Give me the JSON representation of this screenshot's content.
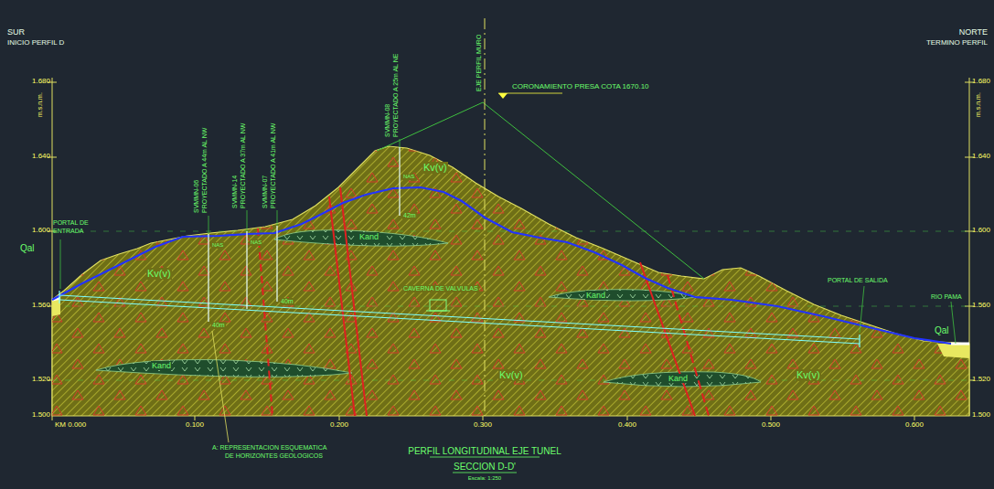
{
  "diagram": {
    "title": "PERFIL LONGITUDINAL EJE TUNEL",
    "caption": "SECCION D-D'",
    "labels": [
      "SUR",
      "INICIO PERFIL D",
      "NORTE",
      "TERMINO PERFIL",
      "1.680",
      "m.s.n.m.",
      "1.640",
      "1.600",
      "1.560",
      "1.520",
      "1.500",
      "1.680",
      "m.s.n.m.",
      "1.640",
      "1.600",
      "1.560",
      "1.520",
      "1.500",
      "Qal",
      "Qal",
      "PORTAL DE",
      "ENTRADA",
      "PORTAL DE SALIDA",
      "RIO PAMA",
      "SVMMN-06",
      "PROYECTADO A 44m AL NW",
      "SVMMN-14",
      "PROYECTADO A 37m AL NW",
      "SVMMN-07",
      "PROYECTADO A 41m AL NW",
      "SVMMN-08",
      "PROYECTADO A 25m AL NE",
      "EJE PERFIL MURO",
      "CORONAMIENTO PRESA COTA 1670.10",
      "CAVERNA DE VALVULAS",
      "Kv(v)",
      "Kv(v)",
      "Kv(v)",
      "Kv(v)",
      "Kand",
      "Kand",
      "Kand",
      "Kand",
      "NAS",
      "NAS",
      "NAS",
      "40m",
      "40m",
      "42m",
      "KM 0.000",
      "0.100",
      "0.200",
      "0.300",
      "0.400",
      "0.500",
      "0.600",
      "A: REPRESENTACION ESQUEMATICA",
      "DE HORIZONTES GEOLOGICOS",
      "Escala: 1:250"
    ]
  }
}
